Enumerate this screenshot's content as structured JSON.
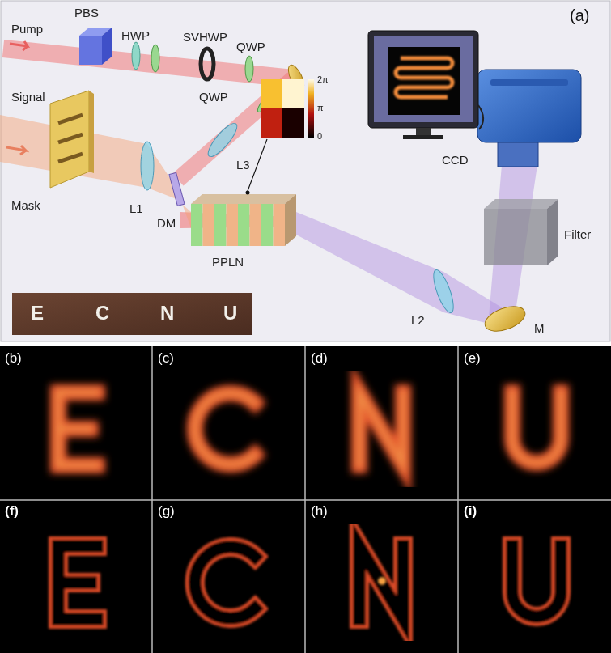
{
  "diagram": {
    "labels": [
      "(a)",
      "Pump",
      "PBS",
      "HWP",
      "SVHWP",
      "QWP",
      "QWP",
      "Signal",
      "Mask",
      "L1",
      "DM",
      "L3",
      "PPLN",
      "2π",
      "π",
      "0",
      "CCD",
      "Filter",
      "M",
      "L2",
      "E",
      "C",
      "N",
      "U",
      "(b)",
      "(c)",
      "(d)",
      "(e)",
      "(f)",
      "(g)",
      "(h)",
      "(i)"
    ]
  }
}
